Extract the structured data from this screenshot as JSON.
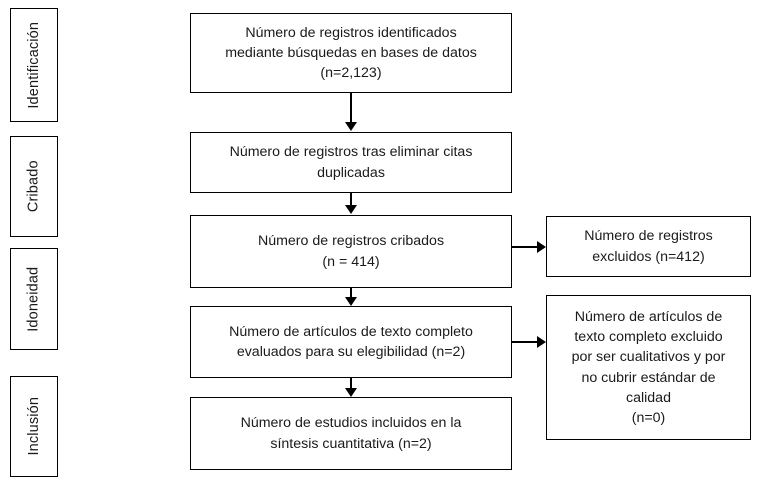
{
  "diagram": {
    "type": "prisma-flow-diagram",
    "language": "es",
    "background_color": "#ffffff",
    "line_color": "#000000",
    "text_color": "#1a1a1a"
  },
  "stages": [
    {
      "id": "identificacion",
      "label": "Identificación"
    },
    {
      "id": "cribado",
      "label": "Cribado"
    },
    {
      "id": "idoneidad",
      "label": "Idoneidad"
    },
    {
      "id": "inclusion",
      "label": "Inclusión"
    }
  ],
  "flow_boxes": [
    {
      "id": "records-identified",
      "text": "Número de registros identificados\nmediante búsquedas en bases de datos\n(n=2,123)",
      "count": "2,123"
    },
    {
      "id": "records-after-duplicates",
      "text": "Número de registros tras eliminar citas\nduplicadas",
      "count": ""
    },
    {
      "id": "records-screened",
      "text": "Número de registros cribados\n(n = 414)",
      "count": "414"
    },
    {
      "id": "fulltext-assessed",
      "text": "Número de artículos de texto completo\nevaluados para su elegibilidad (n=2)",
      "count": "2"
    },
    {
      "id": "studies-included",
      "text": "Número de estudios incluidos en la\nsíntesis cuantitativa (n=2)",
      "count": "2"
    }
  ],
  "side_boxes": [
    {
      "id": "records-excluded",
      "text": "Número de registros\nexcluidos (n=412)",
      "count": "412"
    },
    {
      "id": "fulltext-excluded",
      "text": "Número de artículos de\ntexto completo excluido\npor ser cualitativos y por\nno cubrir estándar de\ncalidad\n(n=0)",
      "count": "0"
    }
  ],
  "connectors": [
    {
      "id": "arrow-identified-to-duplicates",
      "direction": "down"
    },
    {
      "id": "arrow-duplicates-to-screened",
      "direction": "down"
    },
    {
      "id": "arrow-screened-to-fulltext",
      "direction": "down"
    },
    {
      "id": "arrow-fulltext-to-included",
      "direction": "down"
    },
    {
      "id": "arrow-screened-to-excluded",
      "direction": "right"
    },
    {
      "id": "arrow-fulltext-to-excluded",
      "direction": "right"
    }
  ]
}
